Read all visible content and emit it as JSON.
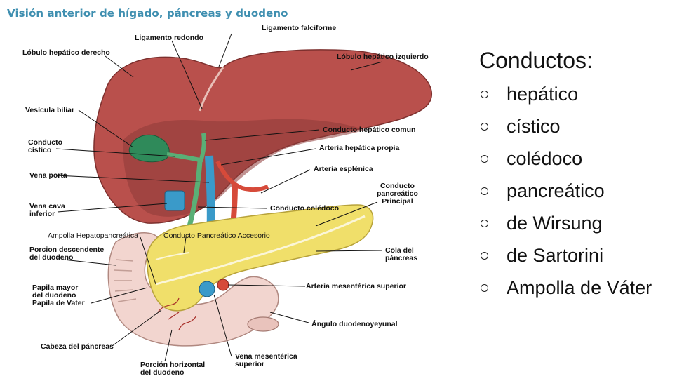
{
  "figure": {
    "title": "Visión anterior de hígado, páncreas y duodeno",
    "labels": {
      "ligamento_falciforme": "Ligamento falciforme",
      "ligamento_redondo": "Ligamento redondo",
      "lobulo_derecho": "Lóbulo hepático derecho",
      "lobulo_izquierdo": "Lóbulo hepático izquierdo",
      "vesicula_biliar": "Vesícula biliar",
      "conducto_hepatico_comun": "Conducto hepático comun",
      "conducto_cistico": "Conducto\ncístico",
      "arteria_hepatica_propia": "Arteria hepática propia",
      "vena_porta": "Vena porta",
      "arteria_esplenica": "Arteria esplénica",
      "conducto_pancreatico_principal": "Conducto\npancreático\nPrincipal",
      "vena_cava_inferior": "Vena cava\ninferior",
      "conducto_coledoco": "Conducto colédoco",
      "ampolla_hepatopancreatica": "Ampolla Hepatopancreática",
      "conducto_pancreatico_accesorio": "Conducto Pancreático Accesorio",
      "porcion_descendente": "Porcion descendente\ndel duodeno",
      "cola_pancreas": "Cola del\npáncreas",
      "papila_mayor": "Papila mayor\ndel duodeno\nPapila de Vater",
      "arteria_mesenterica_superior": "Arteria mesentérica superior",
      "angulo_duodenoyeyunal": "Ángulo duodenoyeyunal",
      "cabeza_pancreas": "Cabeza del páncreas",
      "vena_mesenterica_superior": "Vena mesentérica\nsuperior",
      "porcion_horizontal": "Porción horizontal\ndel duodeno"
    }
  },
  "legend": {
    "title": "Conductos:",
    "items": [
      "hepático",
      "cístico",
      "colédoco",
      "pancreático",
      "de Wirsung",
      "de Sartorini",
      "Ampolla de Váter"
    ]
  },
  "colors": {
    "liver": "#b9504c",
    "liver_dark": "#8e3a38",
    "gallbladder": "#2f8a5a",
    "duct": "#5aaf76",
    "portal_vein": "#3a9ac9",
    "artery": "#d64a3a",
    "pancreas": "#f0df6a",
    "duodenum": "#f2d5cf",
    "title": "#3f8fb0"
  }
}
